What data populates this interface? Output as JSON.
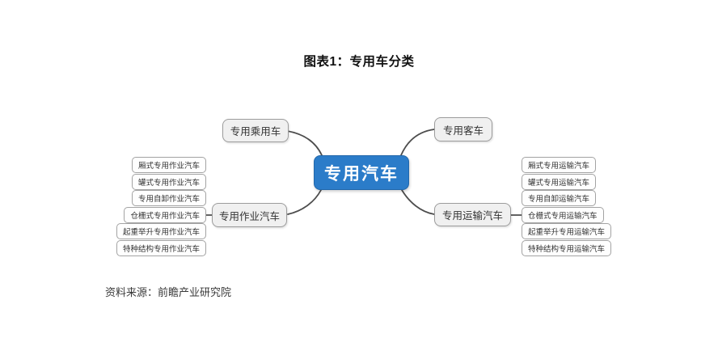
{
  "title": "图表1：专用车分类",
  "source_note": "资料来源：前瞻产业研究院",
  "colors": {
    "root_bg": "#2b7cc9",
    "root_border": "#2368ab",
    "branch_bg": "#f0f0f0",
    "branch_border": "#9c9c9c",
    "leaf_bg": "#fefefe",
    "leaf_border": "#a3a3a3",
    "connector": "#4d4d4d"
  },
  "mindmap": {
    "root": {
      "label": "专用汽车"
    },
    "branches": [
      {
        "label": "专用乘用车",
        "children": []
      },
      {
        "label": "专用客车",
        "children": []
      },
      {
        "label": "专用作业汽车",
        "children": [
          "厢式专用作业汽车",
          "罐式专用作业汽车",
          "专用自卸作业汽车",
          "仓栅式专用作业汽车",
          "起重举升专用作业汽车",
          "特种结构专用作业汽车"
        ]
      },
      {
        "label": "专用运输汽车",
        "children": [
          "厢式专用运输汽车",
          "罐式专用运输汽车",
          "专用自卸运输汽车",
          "仓栅式专用运输汽车",
          "起重举升专用运输汽车",
          "特种结构专用运输汽车"
        ]
      }
    ]
  }
}
